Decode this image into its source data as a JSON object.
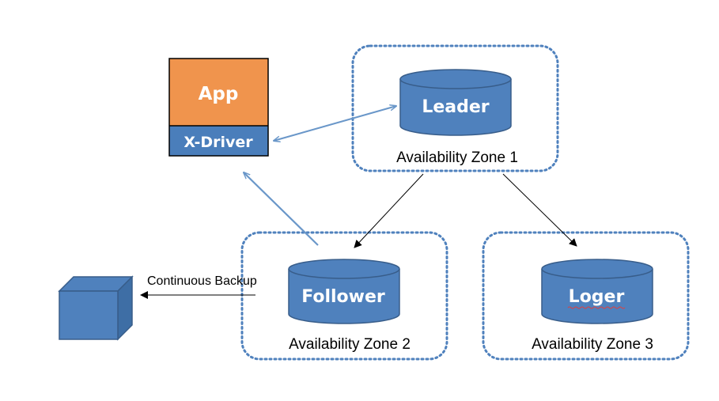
{
  "app": {
    "label": "App",
    "driver_label": "X-Driver",
    "app_color": "#f0944d",
    "driver_color": "#4a7ebb"
  },
  "zones": {
    "zone1": {
      "label": "Availability Zone 1",
      "node": "Leader"
    },
    "zone2": {
      "label": "Availability Zone 2",
      "node": "Follower"
    },
    "zone3": {
      "label": "Availability Zone 3",
      "node": "Loger"
    }
  },
  "backup": {
    "label": "Continuous Backup"
  },
  "colors": {
    "node_fill": "#4f81bd",
    "node_stroke": "#385d8a",
    "zone_border": "#4f81bd",
    "arrow_blue": "#6a97c9",
    "arrow_black": "#000000",
    "backup_cube": "#4f81bd"
  }
}
